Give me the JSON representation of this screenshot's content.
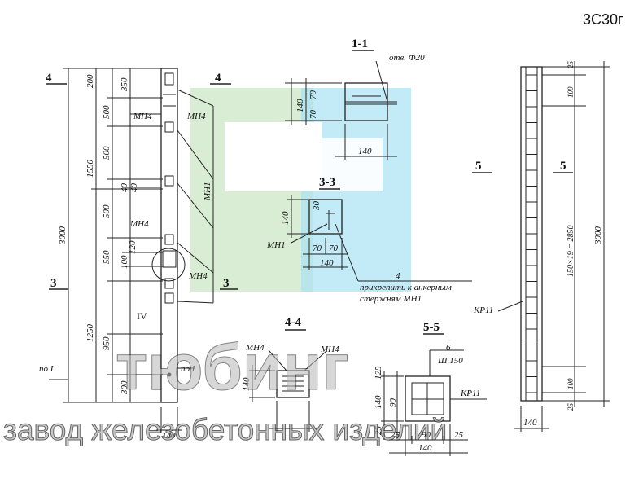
{
  "drawing_code": "3С30г",
  "sections": {
    "s11": "1-1",
    "s33": "3-3",
    "s44": "4-4",
    "s55": "5-5",
    "m4a": "4",
    "m4b": "4",
    "m3a": "3",
    "m3b": "3",
    "m5a": "5",
    "m5b": "5",
    "detail_iv": "IV"
  },
  "dims": {
    "d200": "200",
    "d350": "350",
    "d500a": "500",
    "d500b": "500",
    "d500c": "500",
    "d1550": "1550",
    "d3000": "3000",
    "d550": "550",
    "d100a": "100",
    "d120": "120",
    "d1250": "1250",
    "d950": "950",
    "d300": "300",
    "d140base": "140",
    "d40a": "40",
    "d40b": "40",
    "s11_140h": "140",
    "s11_70a": "70",
    "s11_70b": "70",
    "s11_140w": "140",
    "s33_140": "140",
    "s33_30": "30",
    "s33_70a": "70",
    "s33_70b": "70",
    "s33_140w": "140",
    "s44_140": "140",
    "s55_125": "125",
    "s55_140h": "140",
    "s55_90v": "90",
    "s55_25v": "25",
    "s55_25a": "25",
    "s55_90": "90",
    "s55_25b": "25",
    "s55_140w": "140",
    "r25a": "25",
    "r100a": "100",
    "r3000": "3000",
    "r150x19": "150×19 = 2850",
    "r100b": "100",
    "r25b": "25",
    "r140": "140"
  },
  "labels": {
    "mn4_a": "МН4",
    "mn4_b": "МН4",
    "mn1_v": "МН1",
    "mn4_c": "МН4",
    "mn4_d": "МН4",
    "mn1_33": "МН1",
    "hole": "отв. Ф20",
    "note1": "прикрепить к анкерным",
    "note2": "стержням МН1",
    "note_n": "4",
    "po1a": "по I",
    "po1b": "по I",
    "mn4_44a": "МН4",
    "mn4_44b": "МН4",
    "six": "6",
    "sh150": "Ш.150",
    "kp11_55": "КР11",
    "kp11_r": "КР11"
  },
  "watermark": {
    "title": "тюбинг",
    "subtitle": "завод железобетонных изделий",
    "logo_green": "#cfe9c9",
    "logo_blue": "#a8e1f4"
  }
}
